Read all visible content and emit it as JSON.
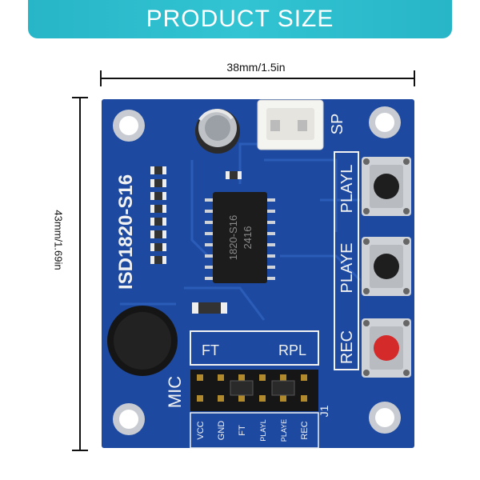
{
  "banner": {
    "title": "PRODUCT SIZE"
  },
  "dimensions": {
    "width_label": "38mm/1.5in",
    "height_label": "43mm/1.69in"
  },
  "board": {
    "model": "ISD1820-S16",
    "chip_lines": [
      "1820-S16",
      "2416"
    ],
    "speaker_label": "SP",
    "mic_label": "MIC",
    "buttons": [
      "PLAYL",
      "PLAYE",
      "REC"
    ],
    "jumpers": {
      "left": "FT",
      "right": "RPL",
      "ref": "J1"
    },
    "pins": [
      "VCC",
      "GND",
      "FT",
      "PLAYL",
      "PLAYE",
      "REC"
    ],
    "colors": {
      "pcb": "#1d4aa0",
      "banner": "#2fbfce",
      "rec_button": "#d42a2a"
    }
  }
}
